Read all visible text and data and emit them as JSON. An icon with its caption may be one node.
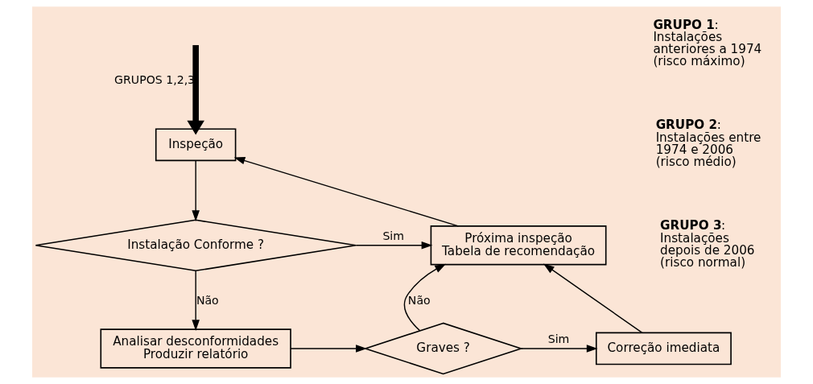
{
  "diagram": {
    "nodes": [
      {
        "text": [
          "Inspeção"
        ]
      },
      {
        "text": [
          "Instalação Conforme ?"
        ]
      },
      {
        "text": [
          "Próxima inspeção",
          "Tabela de recomendação"
        ]
      },
      {
        "text": [
          "Analisar desconformidades",
          "Produzir relatório"
        ]
      },
      {
        "text": [
          "Graves ?"
        ]
      },
      {
        "text": [
          "Correção imediata"
        ]
      }
    ],
    "edges": [
      {
        "from": null,
        "to": 0,
        "arrow": "to",
        "label": "GRUPOS 1,2,3",
        "style": "thick"
      },
      {
        "from": 0,
        "to": 1,
        "arrow": "to"
      },
      {
        "from": 1,
        "to": 2,
        "arrow": "to",
        "label": "Sim"
      },
      {
        "from": 1,
        "to": 3,
        "arrow": "to",
        "label": "Não"
      },
      {
        "from": 3,
        "to": 4,
        "arrow": "to"
      },
      {
        "from": 4,
        "to": 2,
        "arrow": "to",
        "label": "Não"
      },
      {
        "from": 4,
        "to": 5,
        "arrow": "to",
        "label": "Sim"
      },
      {
        "from": 5,
        "to": 2,
        "arrow": "to"
      },
      {
        "from": 2,
        "to": 0,
        "arrow": "to"
      }
    ],
    "labels": [
      "**GRUPO 1**: Instalações anteriores a 1974 (risco máximo)",
      "**GRUPO 2**: Instalações entre 1974 e 2006 (risco médio)",
      "**GRUPO 3**: Instalações depois de 2006 (risco normal)"
    ]
  }
}
